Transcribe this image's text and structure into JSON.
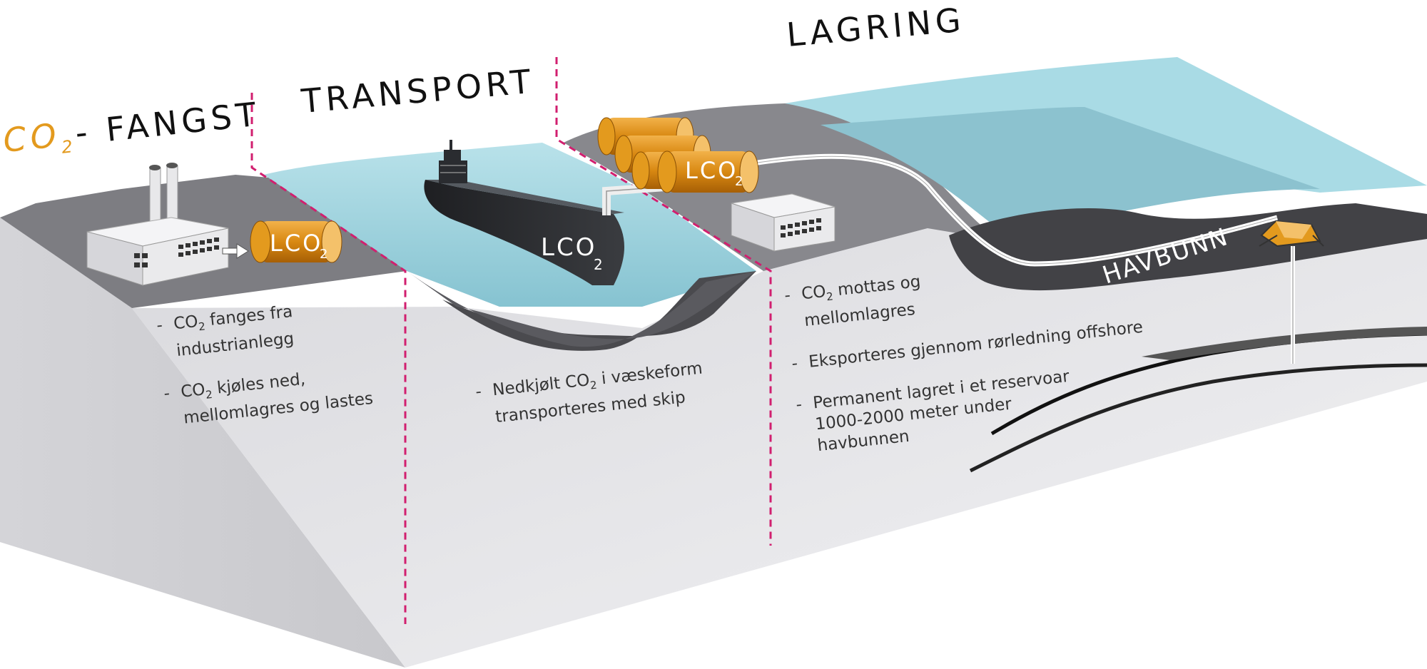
{
  "headings": {
    "capture_prefix": "CO",
    "capture_sub": "2",
    "capture_suffix": "- FANGST",
    "transport": "TRANSPORT",
    "storage": "LAGRING"
  },
  "tank_label": {
    "main": "LCO",
    "sub": "2"
  },
  "seabed_label": "HAVBUNN",
  "capture_bullets": [
    {
      "pre": "CO",
      "sub": "2",
      "post": " fanges fra",
      "line2": "industrianlegg"
    },
    {
      "pre": "CO",
      "sub": "2",
      "post": " kjøles ned,",
      "line2": "mellomlagres og lastes"
    }
  ],
  "transport_bullets": [
    {
      "pre": "Nedkjølt CO",
      "sub": "2",
      "post": " i væskeform",
      "line2": "transporteres med skip"
    }
  ],
  "storage_bullets": [
    {
      "pre": "CO",
      "sub": "2",
      "post": " mottas og",
      "line2": "mellomlagres"
    },
    {
      "pre": "Eksporteres gjennom rørledning offshore",
      "sub": "",
      "post": "",
      "line2": ""
    },
    {
      "pre": "Permanent lagret i et reservoar",
      "sub": "",
      "post": "",
      "line2": "1000-2000 meter under",
      "line3": "havbunnen"
    }
  ],
  "colors": {
    "accent_orange": "#e39a1e",
    "divider_magenta": "#d11f6f",
    "sea_light": "#a9dbe5",
    "sea_mid": "#8cc6d3",
    "land_grey": "#7b7b80",
    "block_face": "#e6e6e9",
    "dark_seabed": "#3f3f43"
  },
  "icons": [
    "factory-icon",
    "tank-icon",
    "ship-icon",
    "storage-building-icon",
    "platform-icon",
    "pipeline-icon"
  ]
}
